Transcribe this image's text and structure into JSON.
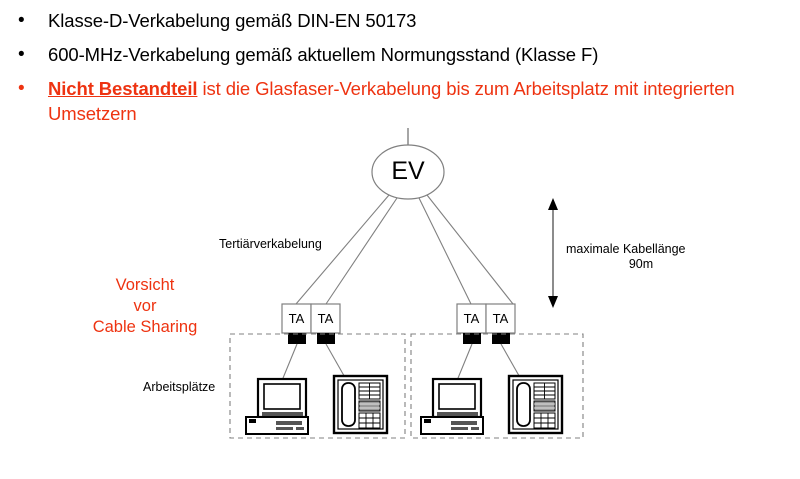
{
  "slide": {
    "bullets": [
      {
        "marker": "•",
        "color": "#000000",
        "segments": [
          {
            "text": "Klasse-D-Verkabelung gemäß DIN-EN 50173",
            "style": "normal"
          }
        ]
      },
      {
        "marker": "•",
        "color": "#000000",
        "segments": [
          {
            "text": "600-MHz-Verkabelung gemäß aktuellem Normungsstand (Klasse F)",
            "style": "normal"
          }
        ]
      },
      {
        "marker": "•",
        "color": "#ee3311",
        "segments": [
          {
            "text": "Nicht Bestandteil",
            "style": "bold-underline"
          },
          {
            "text": " ist die Glasfaser-Verkabelung bis zum Arbeitsplatz mit integrierten Umsetzern",
            "style": "normal"
          }
        ]
      }
    ],
    "bullet_1_text": "Klasse-D-Verkabelung gemäß DIN-EN 50173",
    "bullet_2_text": "600-MHz-Verkabelung gemäß aktuellem Normungsstand (Klasse F)",
    "bullet_3_emph": "Nicht Bestandteil",
    "bullet_3_rest": " ist die Glasfaser-Verkabelung bis zum Arbeitsplatz mit integrierten Umsetzern",
    "bullet_marker": "•"
  },
  "diagram": {
    "ev_label": "EV",
    "ta_labels": [
      "TA",
      "TA",
      "TA",
      "TA"
    ],
    "tertiary_label": "Tertiärverkabelung",
    "workplaces_label": "Arbeitsplätze",
    "cable_length_line1": "maximale Kabellänge",
    "cable_length_line2": "90m",
    "warning_line1": "Vorsicht",
    "warning_line2": "vor",
    "warning_line3": "Cable Sharing"
  },
  "colors": {
    "accent_red": "#ee3311",
    "line_gray": "#808080",
    "outline_black": "#000000",
    "background": "#ffffff"
  }
}
